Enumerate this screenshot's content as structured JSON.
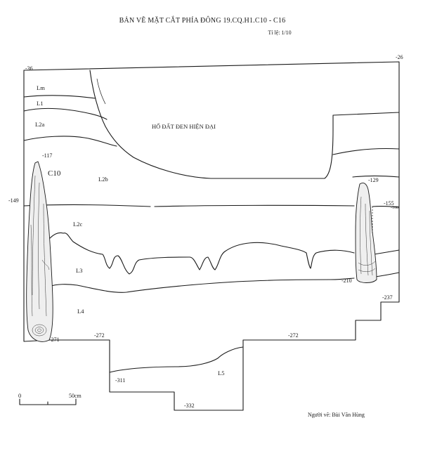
{
  "title": "BẢN VẼ MẶT CẮT PHÍA ĐÔNG 19.CQ.H1.C10 - C16",
  "scale_note": "Tỉ lệ: 1/10",
  "author": "Người vẽ: Bùi Văn Hùng",
  "scale_bar": {
    "start": "0",
    "end": "50cm"
  },
  "layers": {
    "lm": "Lm",
    "l1": "L1",
    "l2a": "L2a",
    "l2b": "L2b",
    "l2c": "L2c",
    "l3": "L3",
    "l4": "L4",
    "l5": "L5",
    "modern_pit": "HỐ ĐẤT ĐEN HIỆN ĐẠI"
  },
  "posts": {
    "c10": "C10"
  },
  "depths": {
    "d36": "-36",
    "d26": "-26",
    "d117": "-117",
    "d129": "-129",
    "d149": "-149",
    "d155": "-155",
    "d168": "-168",
    "d210": "-210",
    "d237": "-237",
    "d271": "-271",
    "d272_left": "-272",
    "d272_right": "-272",
    "d311": "-311",
    "d332": "-332"
  }
}
